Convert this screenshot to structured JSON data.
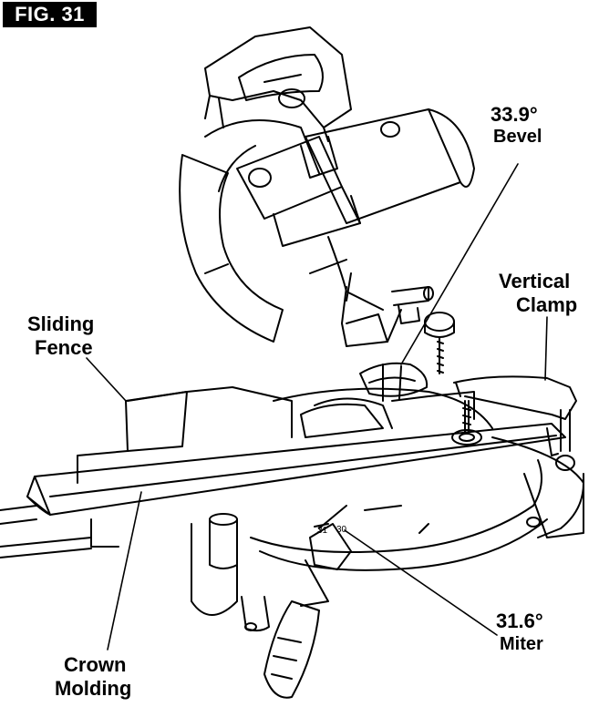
{
  "figure": {
    "label": "FIG. 31"
  },
  "callouts": {
    "bevel": {
      "angle": "33.9°",
      "name": "Bevel"
    },
    "vertical_clamp": {
      "line1": "Vertical",
      "line2": "Clamp"
    },
    "sliding_fence": {
      "line1": "Sliding",
      "line2": "Fence"
    },
    "miter": {
      "angle": "31.6°",
      "name": "Miter"
    },
    "crown_molding": {
      "line1": "Crown",
      "line2": "Molding"
    },
    "scale_marks": {
      "left": "31",
      "right": "30"
    }
  }
}
